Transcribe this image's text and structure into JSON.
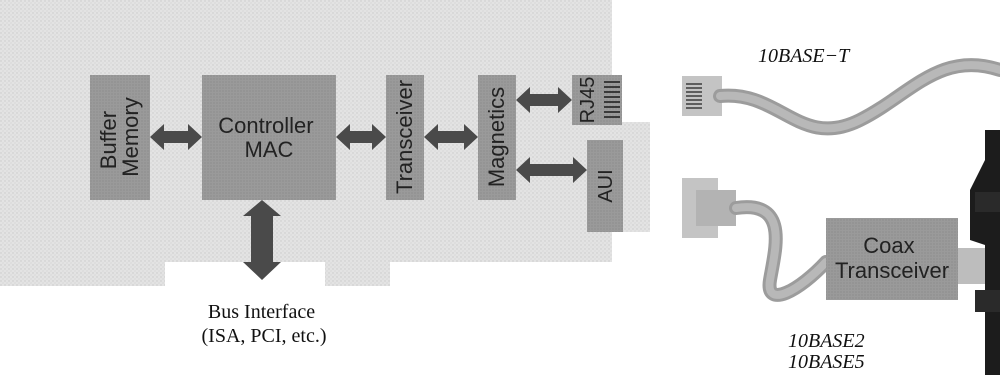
{
  "blocks": {
    "buffer_memory": [
      "Buffer",
      "Memory"
    ],
    "controller": [
      "Controller",
      "MAC"
    ],
    "transceiver": "Transceiver",
    "magnetics": "Magnetics",
    "rj45": "RJ45",
    "aui": "AUI",
    "coax_transceiver": [
      "Coax",
      "Transceiver"
    ]
  },
  "bus_interface": [
    "Bus Interface",
    "(ISA, PCI, etc.)"
  ],
  "cable_labels": {
    "tenbase_t": "10BASE−T",
    "tenbase2": "10BASE2",
    "tenbase5": "10BASE5"
  }
}
